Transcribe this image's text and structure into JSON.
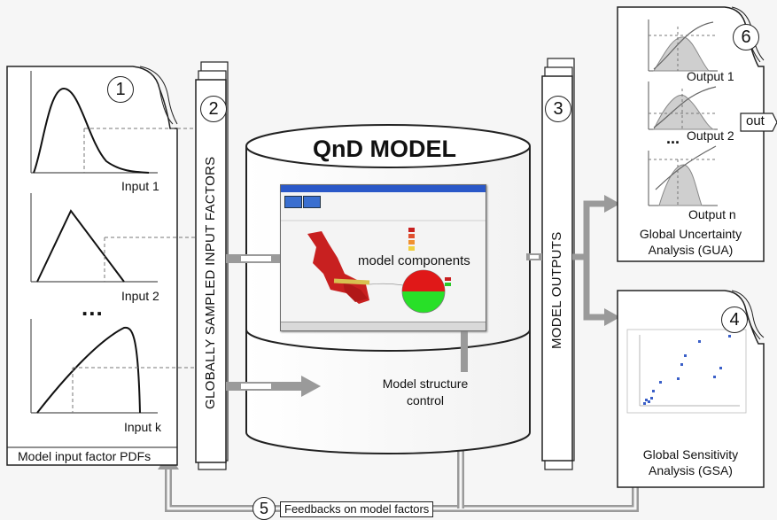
{
  "model": {
    "title": "QnD MODEL",
    "components_label": "model components",
    "structure_control_label": "Model structure\ncontrol"
  },
  "inputs": {
    "number": "1",
    "labels": [
      "Input 1",
      "Input 2",
      "Input k"
    ],
    "ellipsis": "...",
    "caption": "Model input factor PDFs"
  },
  "sampling": {
    "number": "2",
    "label": "GLOBALLY SAMPLED INPUT FACTORS"
  },
  "outputs": {
    "number": "3",
    "label": "MODEL OUTPUTS"
  },
  "gua": {
    "number": "6",
    "labels": [
      "Output 1",
      "Output 2",
      "Output n"
    ],
    "ellipsis": "...",
    "caption": "Global Uncertainty\nAnalysis (GUA)",
    "out_label": "out"
  },
  "gsa": {
    "number": "4",
    "caption": "Global Sensitivity\nAnalysis (GSA)"
  },
  "feedback": {
    "number": "5",
    "label": "Feedbacks on model factors"
  }
}
